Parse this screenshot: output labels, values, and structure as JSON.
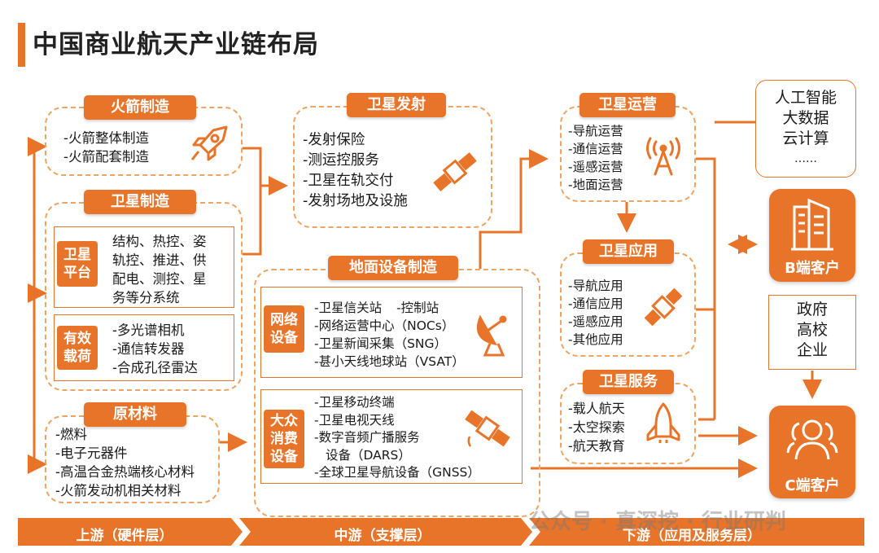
{
  "title": "中国商业航天产业链布局",
  "upstream": {
    "rocket": {
      "label": "火箭制造",
      "items": [
        "-火箭整体制造",
        "-火箭配套制造"
      ]
    },
    "satellite": {
      "label": "卫星制造",
      "platform": {
        "tag": [
          "卫星",
          "平台"
        ],
        "lines": [
          "结构、热控、姿",
          "轨控、推进、供",
          "配电、测控、星",
          "务等分系统"
        ]
      },
      "payload": {
        "tag": [
          "有效",
          "载荷"
        ],
        "items": [
          "-多光谱相机",
          "-通信转发器",
          "-合成孔径雷达"
        ]
      }
    },
    "materials": {
      "label": "原材料",
      "items": [
        "-燃料",
        "-电子元器件",
        "-高温合金热端核心材料",
        "-火箭发动机相关材料"
      ]
    }
  },
  "midstream": {
    "launch": {
      "label": "卫星发射",
      "items": [
        "-发射保险",
        "-测运控服务",
        "-卫星在轨交付",
        "-发射场地及设施"
      ]
    },
    "ground": {
      "label": "地面设备制造",
      "network": {
        "tag": [
          "网络",
          "设备"
        ],
        "items": [
          "-卫星信关站",
          "-控制站",
          "-网络运营中心（NOCs）",
          "-卫星新闻采集（SNG）",
          "-甚小天线地球站（VSAT）"
        ]
      },
      "consumer": {
        "tag": [
          "大众",
          "消费",
          "设备"
        ],
        "items": [
          "-卫星移动终端",
          "-卫星电视天线",
          "-数字音频广播服务",
          "设备（DARS）",
          "-全球卫星导航设备（GNSS）"
        ]
      }
    }
  },
  "downstream": {
    "operation": {
      "label": "卫星运营",
      "items": [
        "-导航运营",
        "-通信运营",
        "-遥感运营",
        "-地面运营"
      ]
    },
    "application": {
      "label": "卫星应用",
      "items": [
        "-导航应用",
        "-通信应用",
        "-遥感应用",
        "-其他应用"
      ]
    },
    "service": {
      "label": "卫星服务",
      "items": [
        "-载人航天",
        "-太空探索",
        "-航天教育"
      ]
    }
  },
  "tech": [
    "人工智能",
    "大数据",
    "云计算",
    "……"
  ],
  "b_client": "B端客户",
  "orgs": [
    "政府",
    "高校",
    "企业"
  ],
  "c_client": "C端客户",
  "ribbon": [
    "上游（硬件层）",
    "中游（支撑层）",
    "下游（应用及服务层）"
  ],
  "watermark": "公众号 · 真深挖 · 行业研判",
  "colors": {
    "accent": "#e8742a",
    "dashed": "#eea463"
  },
  "icons": [
    "rocket-icon",
    "satellite-icon",
    "antenna-tower-icon",
    "satellite-dish-icon",
    "satellite-icon",
    "space-shuttle-icon",
    "building-icon",
    "people-icon"
  ]
}
